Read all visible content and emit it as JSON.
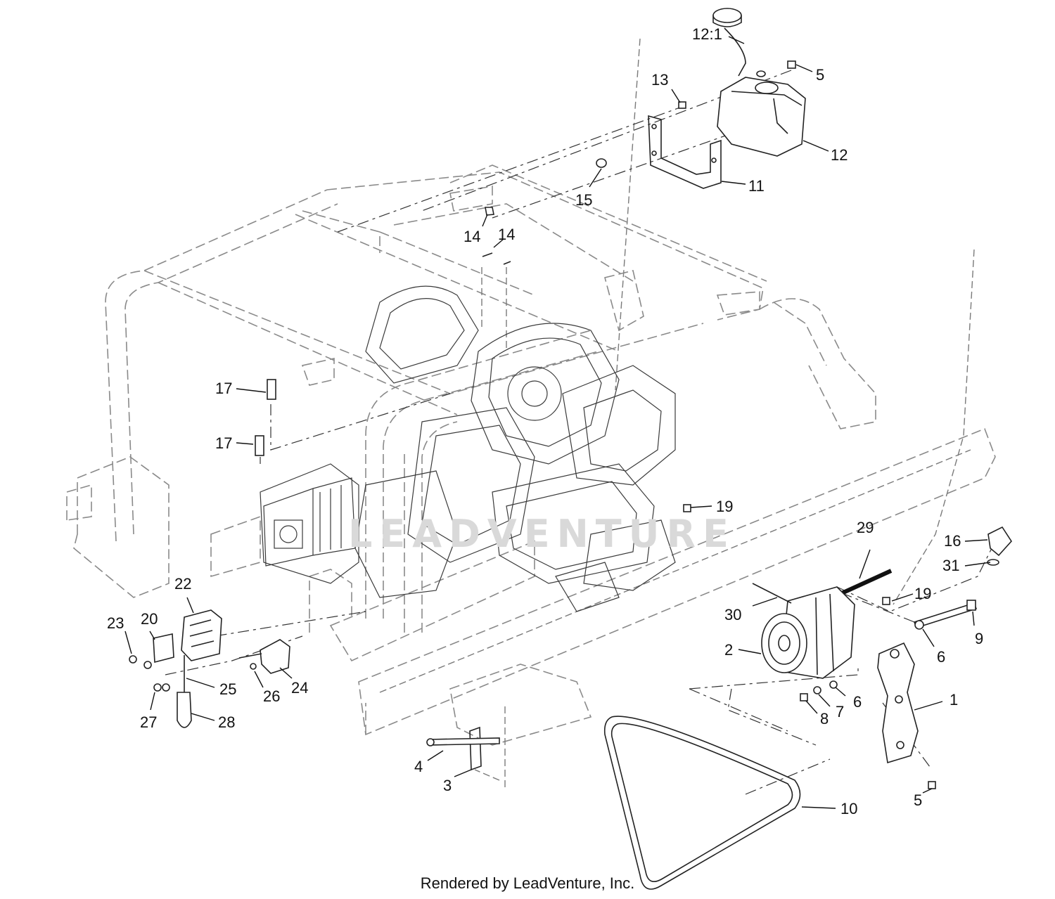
{
  "diagram": {
    "footer_text": "Rendered by LeadVenture, Inc.",
    "watermark_text": "LEADVENTURE",
    "callouts": [
      {
        "id": "c-12-1",
        "label": "12:1"
      },
      {
        "id": "c-5-top",
        "label": "5"
      },
      {
        "id": "c-13",
        "label": "13"
      },
      {
        "id": "c-12",
        "label": "12"
      },
      {
        "id": "c-11",
        "label": "11"
      },
      {
        "id": "c-15",
        "label": "15"
      },
      {
        "id": "c-14-a",
        "label": "14"
      },
      {
        "id": "c-14-b",
        "label": "14"
      },
      {
        "id": "c-17-a",
        "label": "17"
      },
      {
        "id": "c-17-b",
        "label": "17"
      },
      {
        "id": "c-19-a",
        "label": "19"
      },
      {
        "id": "c-16",
        "label": "16"
      },
      {
        "id": "c-29",
        "label": "29"
      },
      {
        "id": "c-31",
        "label": "31"
      },
      {
        "id": "c-19-b",
        "label": "19"
      },
      {
        "id": "c-30",
        "label": "30"
      },
      {
        "id": "c-9",
        "label": "9"
      },
      {
        "id": "c-2",
        "label": "2"
      },
      {
        "id": "c-6-a",
        "label": "6"
      },
      {
        "id": "c-6-b",
        "label": "6"
      },
      {
        "id": "c-7",
        "label": "7"
      },
      {
        "id": "c-8",
        "label": "8"
      },
      {
        "id": "c-1",
        "label": "1"
      },
      {
        "id": "c-22",
        "label": "22"
      },
      {
        "id": "c-23",
        "label": "23"
      },
      {
        "id": "c-20",
        "label": "20"
      },
      {
        "id": "c-25",
        "label": "25"
      },
      {
        "id": "c-26",
        "label": "26"
      },
      {
        "id": "c-24",
        "label": "24"
      },
      {
        "id": "c-27",
        "label": "27"
      },
      {
        "id": "c-28",
        "label": "28"
      },
      {
        "id": "c-4",
        "label": "4"
      },
      {
        "id": "c-3",
        "label": "3"
      },
      {
        "id": "c-10",
        "label": "10"
      },
      {
        "id": "c-5-bottom",
        "label": "5"
      }
    ]
  }
}
